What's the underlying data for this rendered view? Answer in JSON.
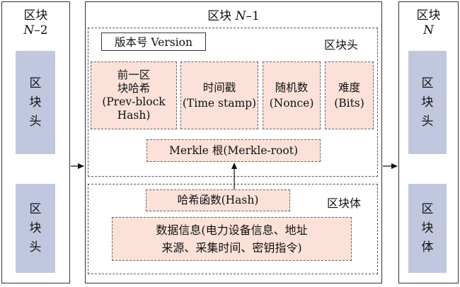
{
  "left_block": {
    "title_line1": "区块",
    "title_line2_var": "N",
    "title_line2_rest": "–2",
    "header": "区块头",
    "body": "区块头"
  },
  "center_block": {
    "title_prefix": "区块 ",
    "title_var": "N",
    "title_suffix": "–1",
    "header": {
      "label": "区块头",
      "version": "版本号 Version",
      "fields": [
        {
          "line1": "前一区",
          "line2": "块哈希",
          "line3": "(Prev-block",
          "line4": "Hash)"
        },
        {
          "line1": "时间戳",
          "line2": "(Time stamp)"
        },
        {
          "line1": "随机数",
          "line2": "(Nonce)"
        },
        {
          "line1": "难度",
          "line2": "(Bits)"
        }
      ],
      "merkle": "Merkle 根(Merkle-root)"
    },
    "body": {
      "label": "区块体",
      "hash": "哈希函数(Hash)",
      "data_line1": "数据信息(电力设备信息、地址",
      "data_line2": "来源、采集时间、密钥指令)"
    }
  },
  "right_block": {
    "title_line1": "区块",
    "title_line2_var": "N",
    "header": "区块头",
    "body": "区块体"
  },
  "colors": {
    "pink_fill": "#fbe1d8",
    "blue_fill": "#c1c7df",
    "border": "#333333"
  }
}
